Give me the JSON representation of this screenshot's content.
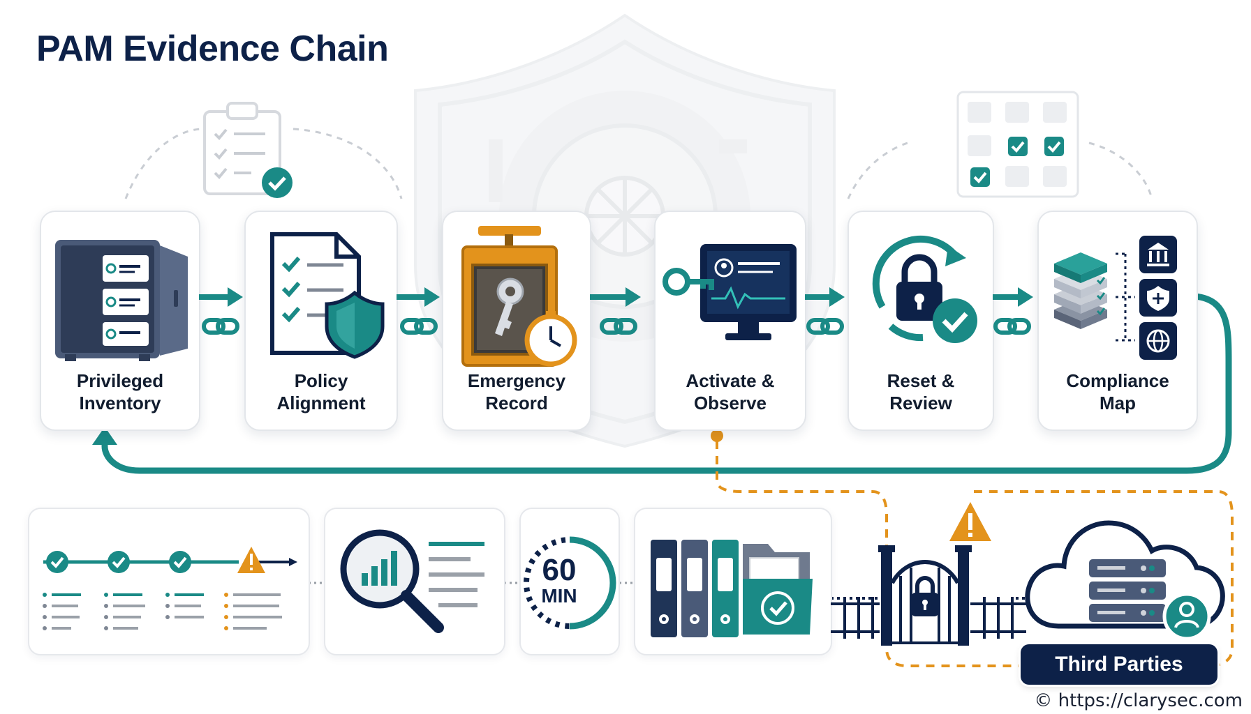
{
  "title": "PAM Evidence Chain",
  "steps": [
    {
      "label": "Privileged\nInventory"
    },
    {
      "label": "Policy\nAlignment"
    },
    {
      "label": "Emergency\nRecord"
    },
    {
      "label": "Activate &\nObserve"
    },
    {
      "label": "Reset &\nReview"
    },
    {
      "label": "Compliance\nMap"
    }
  ],
  "timer": {
    "value": "60",
    "unit": "MIN"
  },
  "third_parties": "Third Parties",
  "copyright": "© https://clarysec.com",
  "colors": {
    "navy": "#0d2148",
    "teal": "#1a8a86",
    "orange": "#e3931c",
    "gray": "#c9cdd3"
  }
}
